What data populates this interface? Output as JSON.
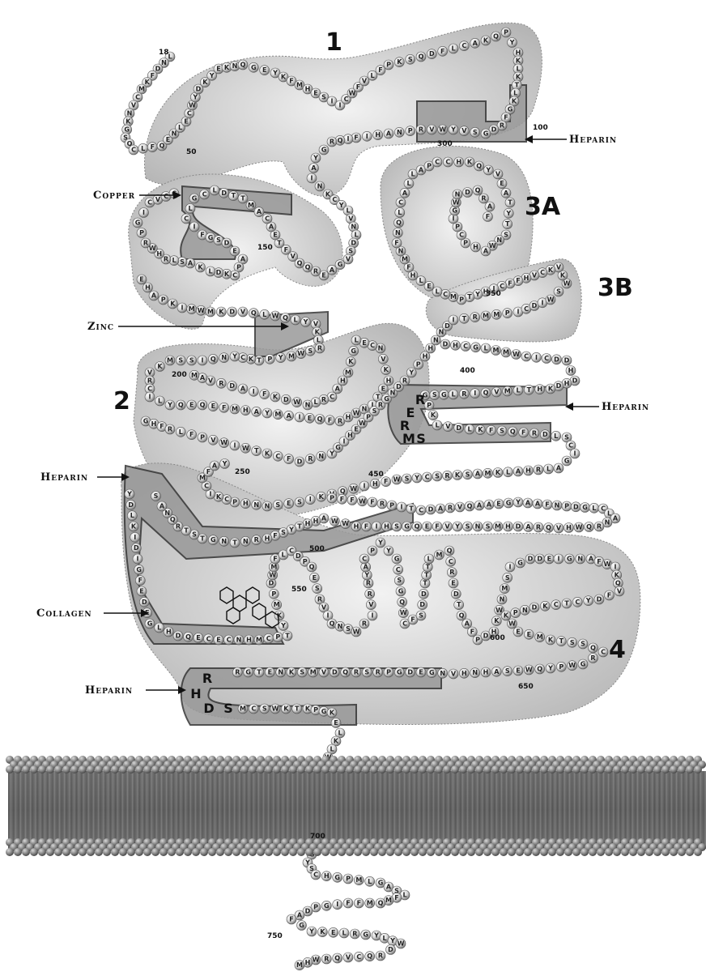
{
  "domains": [
    {
      "id": "domain-1",
      "label": "1"
    },
    {
      "id": "domain-2",
      "label": "2"
    },
    {
      "id": "domain-3a",
      "label": "3A"
    },
    {
      "id": "domain-3b",
      "label": "3B"
    },
    {
      "id": "domain-4",
      "label": "4"
    }
  ],
  "annotations": {
    "heparin_label": "Heparin",
    "copper_label": "Copper",
    "zinc_label": "Zinc",
    "collagen_label": "Collagen"
  },
  "residue_numbers": [
    "18",
    "50",
    "100",
    "150",
    "200",
    "250",
    "300",
    "350",
    "400",
    "450",
    "500",
    "550",
    "600",
    "650",
    "700",
    "750"
  ],
  "key_residues": {
    "heparin_motif_1": [
      "R",
      "E",
      "R",
      "M",
      "S"
    ],
    "heparin_motif_2": [
      "R",
      "H",
      "D",
      "S"
    ]
  },
  "colors": {
    "domain_fill": "#c9c9c9",
    "bead_fill": "#e6e6e6",
    "bead_stroke": "#555555",
    "membrane_head": "#8a8a8a",
    "membrane_body": "#6d6d6d"
  }
}
